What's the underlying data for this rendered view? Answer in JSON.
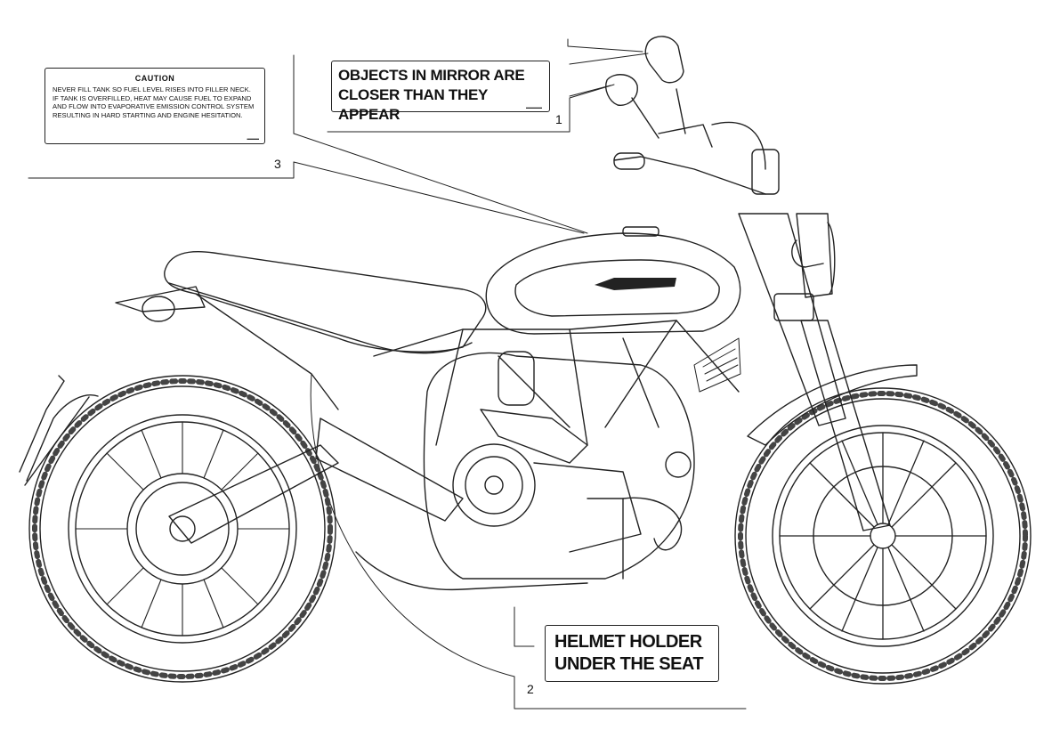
{
  "labels": {
    "caution": {
      "title": "CAUTION",
      "text": "NEVER FILL TANK SO FUEL LEVEL RISES INTO FILLER NECK. IF TANK IS OVERFILLED, HEAT MAY CAUSE FUEL TO EXPAND AND FLOW INTO EVAPORATIVE EMISSION CONTROL SYSTEM RESULTING IN HARD STARTING AND ENGINE HESITATION."
    },
    "mirror": {
      "text": "OBJECTS IN MIRROR ARE\nCLOSER THAN THEY APPEAR"
    },
    "helmet": {
      "text": "HELMET HOLDER\nUNDER THE SEAT"
    }
  },
  "callouts": {
    "one": "1",
    "two": "2",
    "three": "3"
  },
  "colors": {
    "line": "#222222",
    "background": "#ffffff"
  }
}
